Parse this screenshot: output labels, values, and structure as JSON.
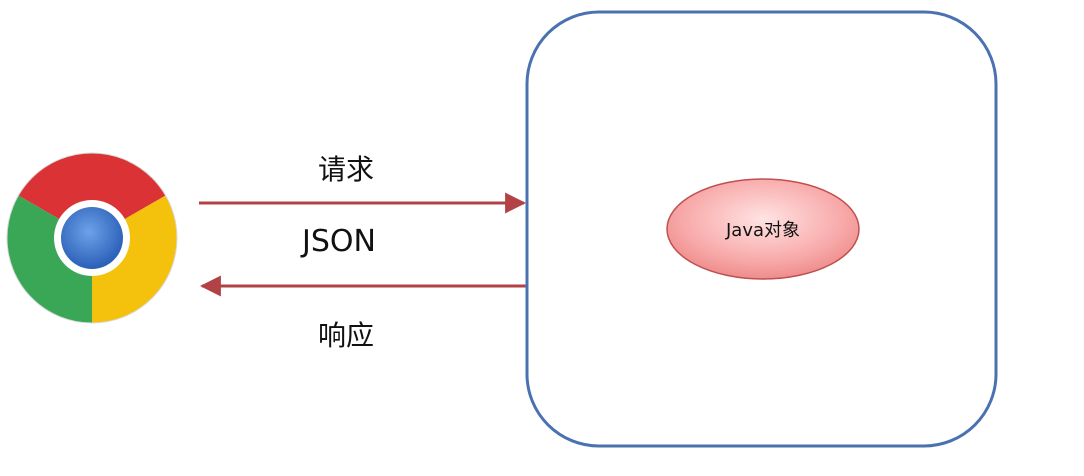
{
  "diagram": {
    "request_label": "请求",
    "format_label": "JSON",
    "response_label": "响应",
    "object_label": "Java对象"
  },
  "icons": {
    "browser": "chrome-logo-icon"
  },
  "colors": {
    "arrow": "#b24246",
    "server_border": "#4a72b0",
    "object_fill": "#f7a8a8",
    "object_stroke": "#c05050",
    "chrome_red": "#db3236",
    "chrome_green": "#3aa757",
    "chrome_yellow": "#f4c20d",
    "chrome_blue": "#4285f4"
  }
}
